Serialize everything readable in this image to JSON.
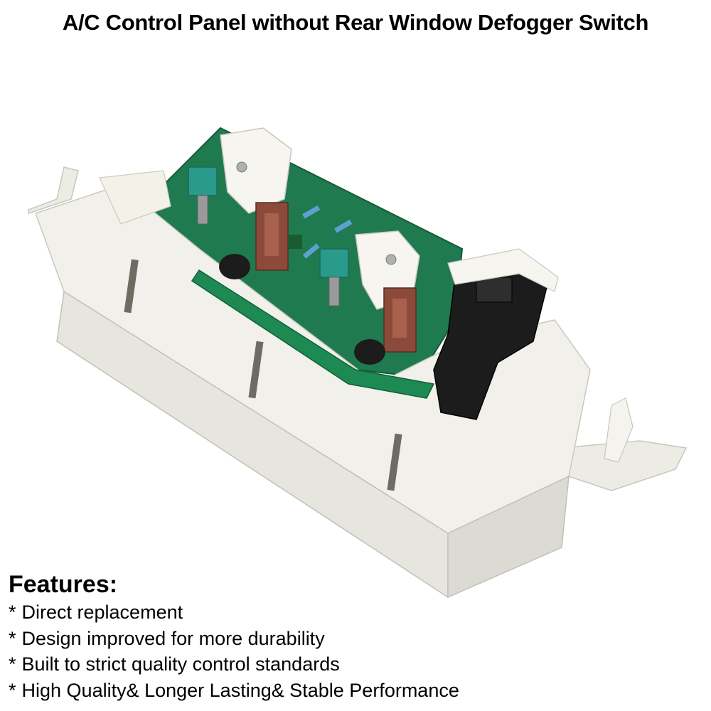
{
  "title": "A/C Control Panel without Rear Window Defogger Switch",
  "features": {
    "heading": "Features:",
    "bullet": "*",
    "items": [
      "Direct replacement",
      "Design improved for more durability",
      "Built to strict quality control standards",
      "High Quality& Longer Lasting& Stable Performance"
    ]
  },
  "colors": {
    "housing": "#f1f0ea",
    "housing_shade": "#d9d8d0",
    "pcb": "#1f7a4f",
    "knob": "#2a9a8a",
    "connector": "#1c1c1c",
    "slider": "#8b4a3a"
  }
}
